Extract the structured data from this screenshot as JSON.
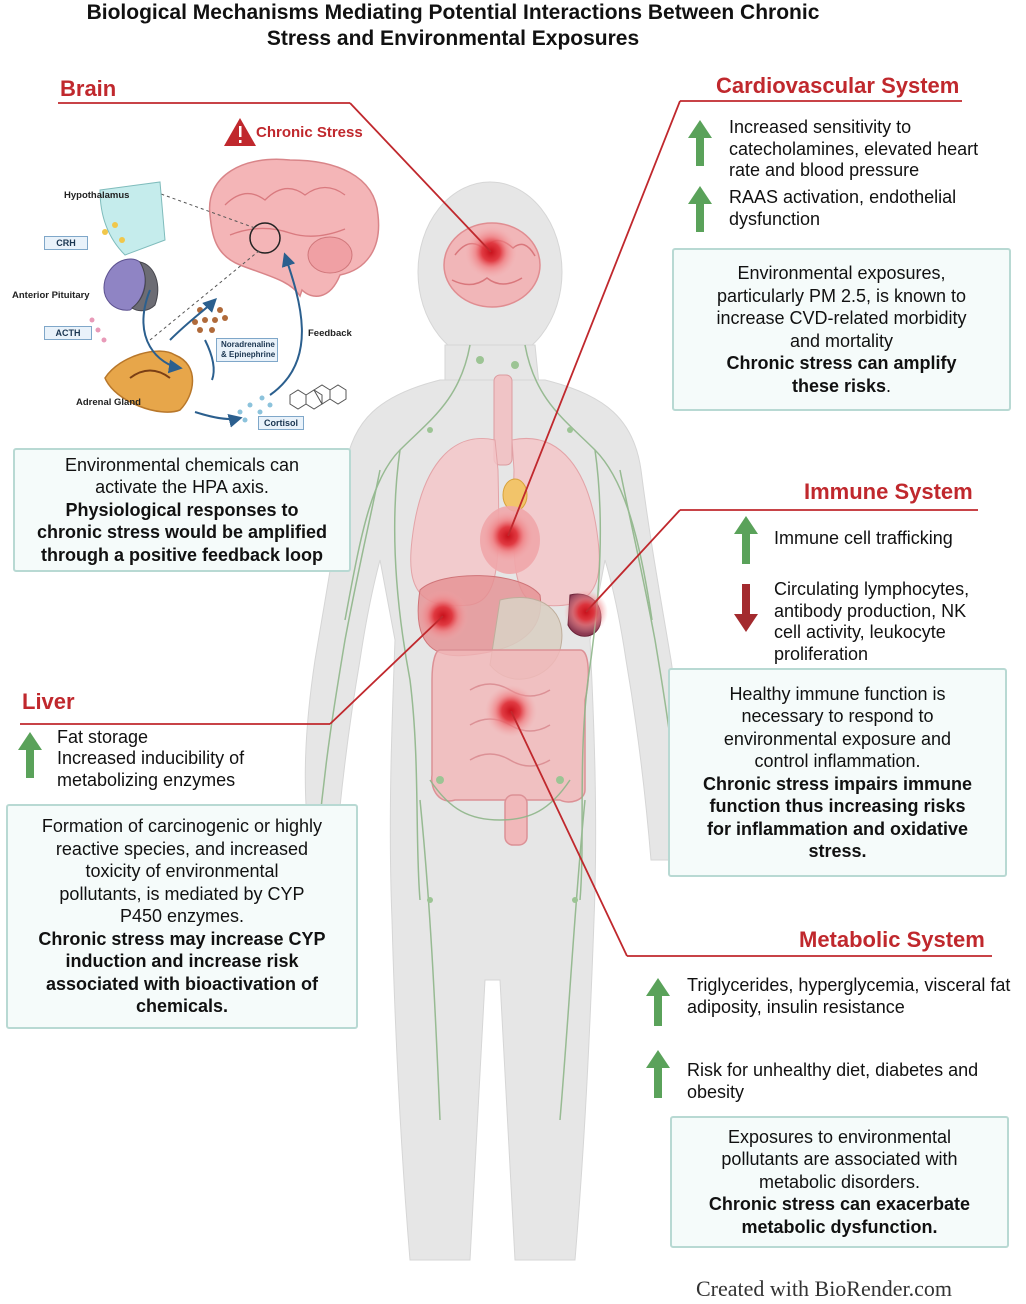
{
  "title_line1": "Biological Mechanisms Mediating Potential Interactions Between Chronic",
  "title_line2": "Stress and Environmental Exposures",
  "brain": {
    "heading": "Brain",
    "chronic_stress": "Chronic Stress",
    "hpa_labels": {
      "hypothalamus": "Hypothalamus",
      "crh": "CRH",
      "anterior_pituitary": "Anterior Pituitary",
      "acth": "ACTH",
      "noradrenaline": "Noradrenaline",
      "epinephrine": "& Epinephrine",
      "feedback": "Feedback",
      "adrenal_gland": "Adrenal Gland",
      "cortisol": "Cortisol"
    },
    "box_line1": "Environmental chemicals can",
    "box_line2": "activate the HPA axis.",
    "box_bold1": "Physiological responses to",
    "box_bold2": "chronic stress would be amplified",
    "box_bold3": "through a positive feedback loop"
  },
  "liver": {
    "heading": "Liver",
    "item1": "Fat storage",
    "item2_line1": "Increased inducibility of",
    "item2_line2": "metabolizing enzymes",
    "box_line1": "Formation of carcinogenic or highly",
    "box_line2": "reactive species, and increased",
    "box_line3": "toxicity of environmental",
    "box_line4": "pollutants, is mediated by CYP",
    "box_line5": "P450 enzymes.",
    "box_bold1": "Chronic stress may increase CYP",
    "box_bold2": "induction and increase risk",
    "box_bold3": "associated with bioactivation of",
    "box_bold4": "chemicals."
  },
  "cardio": {
    "heading": "Cardiovascular System",
    "item1_line1": "Increased sensitivity to",
    "item1_line2": "catecholamines, elevated heart",
    "item1_line3": "rate and blood pressure",
    "item2_line1": "RAAS activation, endothelial",
    "item2_line2": "dysfunction",
    "box_line1": "Environmental exposures,",
    "box_line2": "particularly PM 2.5, is known to",
    "box_line3": "increase CVD-related morbidity",
    "box_line4": "and mortality",
    "box_bold1": "Chronic stress can amplify",
    "box_bold2": "these risks",
    "box_end": "."
  },
  "immune": {
    "heading": "Immune System",
    "item1": "Immune cell trafficking",
    "item2_line1": "Circulating lymphocytes,",
    "item2_line2": "antibody production, NK",
    "item2_line3": "cell activity, leukocyte",
    "item2_line4": "proliferation",
    "box_line1": "Healthy immune function is",
    "box_line2": "necessary to respond to",
    "box_line3": "environmental exposure and",
    "box_line4": "control inflammation.",
    "box_bold1": "Chronic stress impairs immune",
    "box_bold2": "function thus increasing risks",
    "box_bold3": "for inflammation and oxidative",
    "box_bold4": "stress."
  },
  "metabolic": {
    "heading": "Metabolic System",
    "item1_line1": "Triglycerides, hyperglycemia, visceral fat",
    "item1_line2": "adiposity, insulin resistance",
    "item2_line1": "Risk for unhealthy diet, diabetes and",
    "item2_line2": "obesity",
    "box_line1": "Exposures to environmental",
    "box_line2": "pollutants are associated with",
    "box_line3": "metabolic disorders.",
    "box_bold1": "Chronic stress can exacerbate",
    "box_bold2": "metabolic dysfunction."
  },
  "credit": "Created with BioRender.com",
  "colors": {
    "heading_red": "#c0282d",
    "arrow_up_green": "#5aa25a",
    "arrow_down_red": "#a32a2e",
    "box_border": "#b8d9d3",
    "box_fill": "#f5fbfa",
    "body_gray": "#e6e6e6",
    "lymph_green": "#8fb68a"
  }
}
